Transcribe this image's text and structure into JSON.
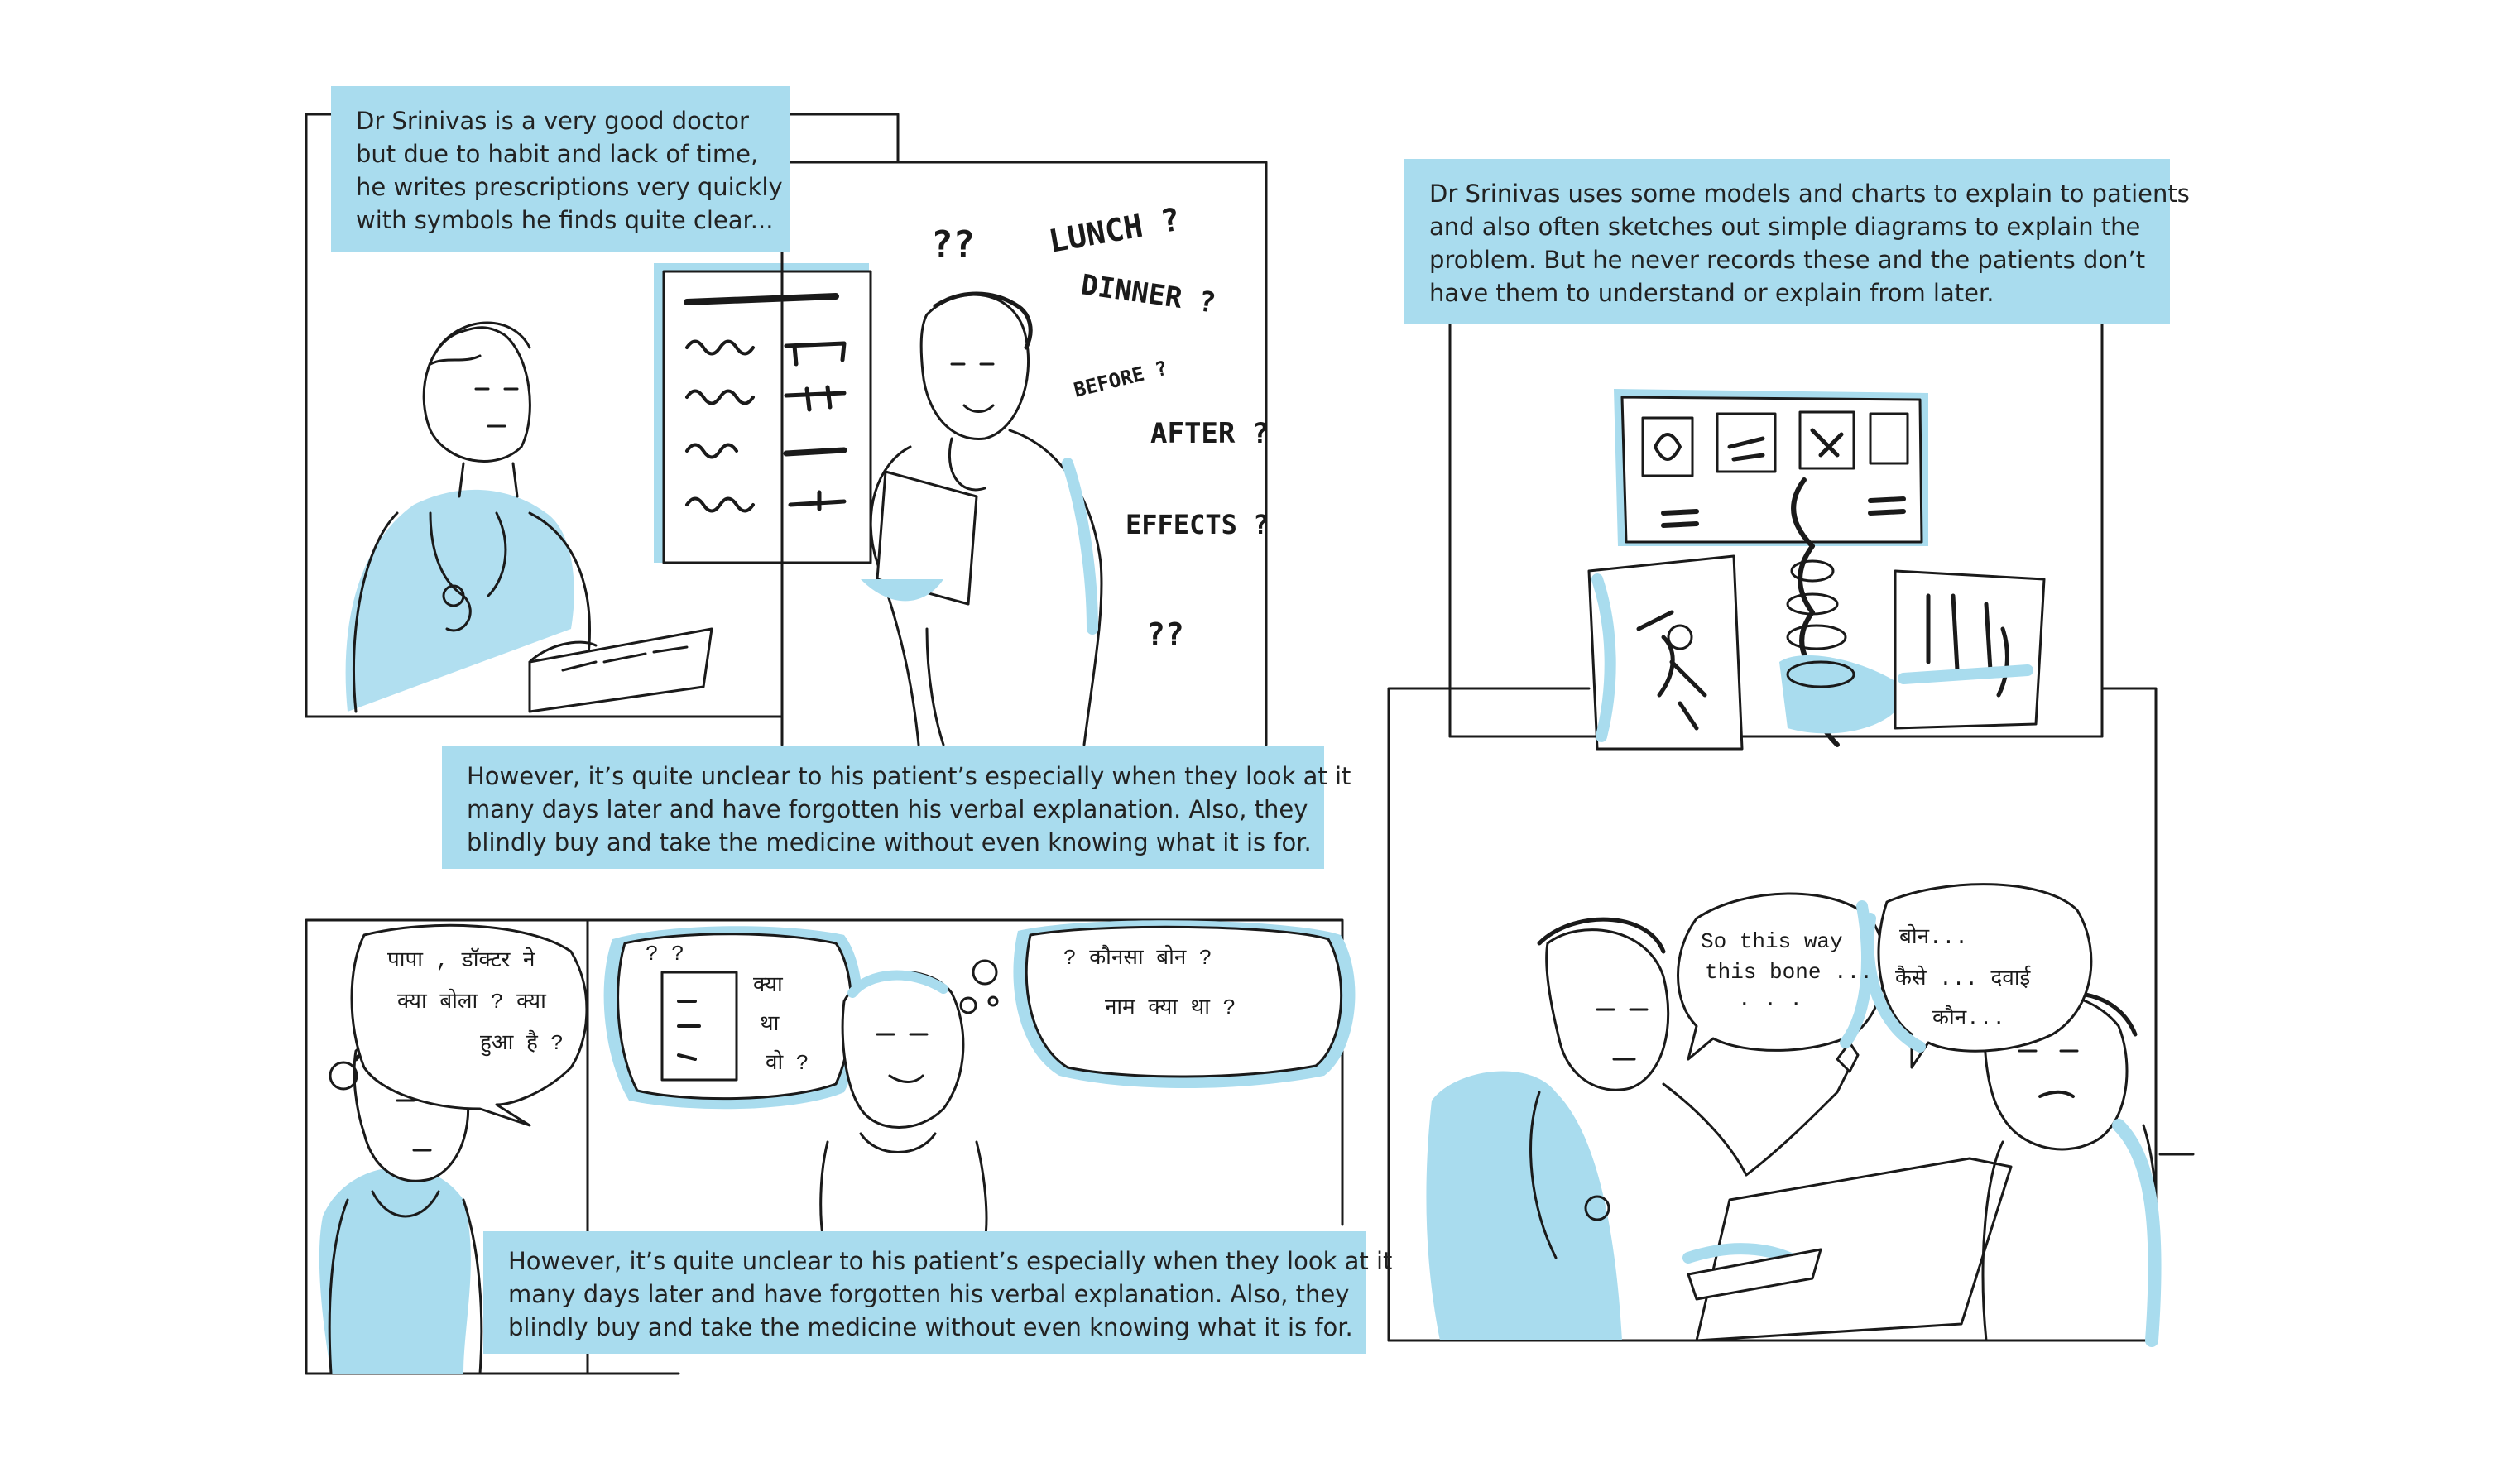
{
  "captions": {
    "panel1": [
      "Dr Srinivas is a very good doctor",
      "but due to habit and lack of time,",
      "he writes prescriptions very quickly",
      "with symbols he finds quite clear..."
    ],
    "panel2": [
      "However, it’s quite unclear to his patient’s especially when they look at it",
      "many days later and have forgotten his verbal explanation. Also, they",
      "blindly buy and take the medicine without even knowing what it is for."
    ],
    "panel3": [
      "Dr Srinivas uses some models and charts to explain to patients",
      "and also often sketches out simple diagrams to explain the",
      "problem. But he never records these and the patients don’t",
      "have them to understand or explain from later."
    ],
    "panel4": [
      "However, it’s quite unclear to his patient’s especially when they look at it",
      "many days later and have forgotten his verbal explanation. Also, they",
      "blindly buy and take the medicine without even knowing what it is for."
    ]
  },
  "patient_thoughts": {
    "qq_top": "??",
    "lunch": "LUNCH ?",
    "dinner": "DINNER ?",
    "before": "BEFORE ?",
    "after": "AFTER ?",
    "effects": "EFFECTS ?",
    "qq_bottom": "??"
  },
  "speech": {
    "girl_line1": "पापा , डॉक्टर ने",
    "girl_line2": "क्या बोला ? क्या",
    "girl_line3": "हुआ है ?",
    "memory_qq": "? ?",
    "memory_line1": "क्या",
    "memory_line2": "था",
    "memory_line3": "वो ?",
    "father_line1": "? कौनसा बोन ?",
    "father_line2": "नाम क्या था ?",
    "doctor_line1": "So this way",
    "doctor_line2": "this bone ...",
    "doctor_line3": ". . .",
    "patient_line1": "बोन...",
    "patient_line2": "कैसे ... दवाई",
    "patient_line3": "कौन..."
  },
  "colors": {
    "accent_blue": "#a9dcee",
    "ink": "#1a1a1a"
  }
}
